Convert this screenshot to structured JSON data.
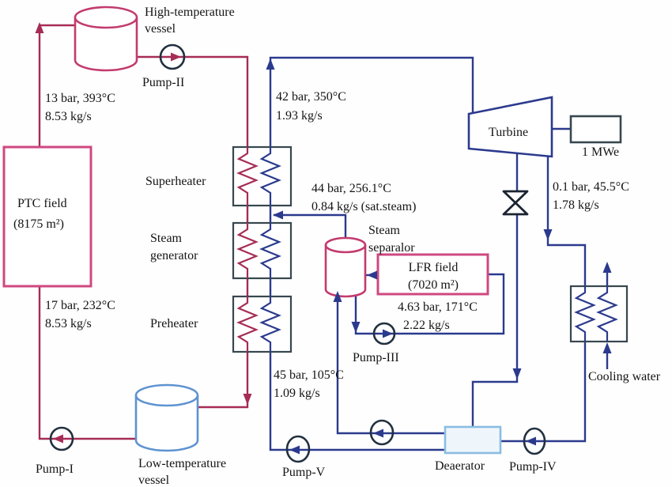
{
  "components": {
    "high_temp_vessel": {
      "label_lines": [
        "High-temperature",
        "vessel"
      ]
    },
    "low_temp_vessel": {
      "label_lines": [
        "Low-temperature",
        "vessel"
      ]
    },
    "steam_separator": {
      "label_lines": [
        "Steam",
        "separalor"
      ]
    },
    "ptc_field": {
      "label_lines": [
        "PTC field",
        "(8175 m²)"
      ]
    },
    "lfr_field": {
      "label_lines": [
        "LFR field",
        "(7020 m²)"
      ]
    },
    "superheater": {
      "label": "Superheater"
    },
    "steam_generator": {
      "label_lines": [
        "Steam",
        "generator"
      ]
    },
    "preheater": {
      "label": "Preheater"
    },
    "turbine": {
      "label": "Turbine"
    },
    "generator": {
      "label": "1 MWe"
    },
    "deaerator": {
      "label": "Deaerator"
    },
    "condenser": {
      "label": "Cooling water"
    }
  },
  "pumps": {
    "pump_1": {
      "label": "Pump-I"
    },
    "pump_2": {
      "label": "Pump-II"
    },
    "pump_3": {
      "label": "Pump-III"
    },
    "pump_4": {
      "label": "Pump-IV"
    },
    "pump_5": {
      "label": "Pump-V"
    }
  },
  "streams": {
    "ptc_outlet": {
      "lines": [
        "13 bar, 393°C",
        "8.53 kg/s"
      ]
    },
    "ptc_inlet": {
      "lines": [
        "17 bar, 232°C",
        "8.53 kg/s"
      ]
    },
    "main_steam": {
      "lines": [
        "42 bar, 350°C",
        "1.93 kg/s"
      ]
    },
    "saturated_steam": {
      "lines": [
        "44 bar, 256.1°C",
        "0.84 kg/s (sat.steam)"
      ]
    },
    "lfr_recirculation": {
      "lines": [
        "4.63 bar, 171°C",
        "2.22 kg/s"
      ]
    },
    "turbine_exhaust": {
      "lines": [
        "0.1 bar, 45.5°C",
        "1.78 kg/s"
      ]
    },
    "feedwater": {
      "lines": [
        "45 bar, 105°C",
        "1.09 kg/s"
      ]
    }
  },
  "colors": {
    "hot_loop": "#a62c55",
    "field_border": "#cf4880",
    "water_steam_loop": "#2b3a8d",
    "equipment_border": "#37474f",
    "low_temp_vessel": "#5e93d1",
    "deaerator_border": "#8abde2",
    "valve": "#1b2430",
    "text": "#141414"
  }
}
